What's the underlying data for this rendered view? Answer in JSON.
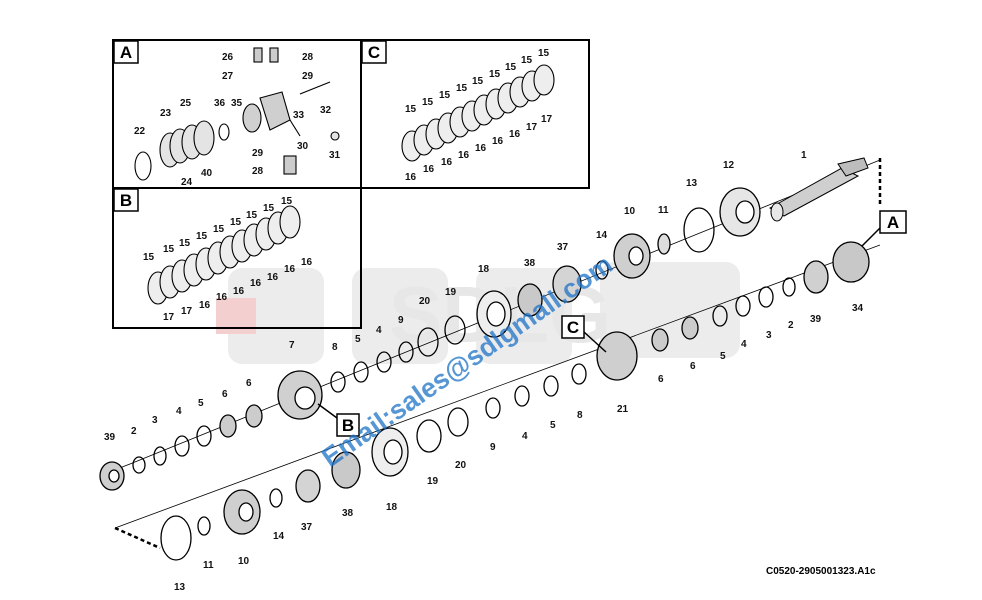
{
  "watermark": {
    "email": "Email:sales@sdlgmall.com",
    "brand": "SDLG",
    "email_color": "#1e73c8",
    "brand_color": "#e0e0e0"
  },
  "drawing_code": "C0520-2905001323.A1c",
  "callouts": {
    "A": "A",
    "B": "B",
    "C": "C"
  },
  "parts": {
    "p1": "1",
    "p2": "2",
    "p3": "3",
    "p4": "4",
    "p5": "5",
    "p6": "6",
    "p7": "7",
    "p8": "8",
    "p9": "9",
    "p10": "10",
    "p11": "11",
    "p12": "12",
    "p13": "13",
    "p14": "14",
    "p15": "15",
    "p16": "16",
    "p17": "17",
    "p18": "18",
    "p19": "19",
    "p20": "20",
    "p21": "21",
    "p22": "22",
    "p23": "23",
    "p24": "24",
    "p25": "25",
    "p26": "26",
    "p27": "27",
    "p28": "28",
    "p29": "29",
    "p30": "30",
    "p31": "31",
    "p32": "32",
    "p33": "33",
    "p34": "34",
    "p35": "35",
    "p36": "36",
    "p37": "37",
    "p38": "38",
    "p39": "39",
    "p40": "40"
  }
}
